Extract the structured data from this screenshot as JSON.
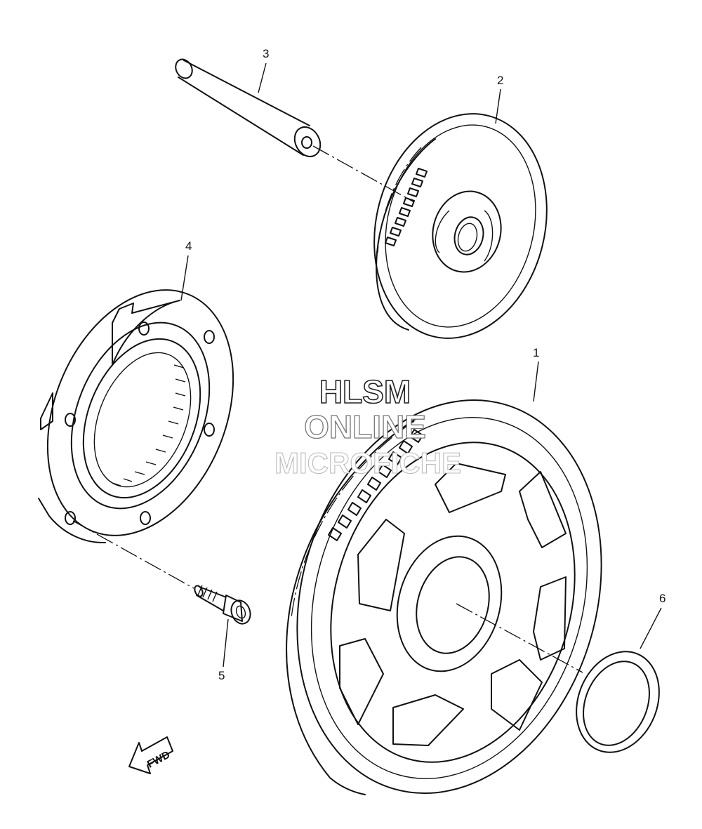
{
  "callouts": {
    "part1": "1",
    "part2": "2",
    "part3": "3",
    "part4": "4",
    "part5": "5",
    "part6": "6"
  },
  "watermark": {
    "line1": "HLSM",
    "line2": "ONLINE",
    "line3": "MICROFICHE"
  },
  "direction_arrow": {
    "label": "FWD",
    "icon": "fwd-arrow-icon"
  },
  "colors": {
    "line": "#111111",
    "background": "#ffffff"
  }
}
